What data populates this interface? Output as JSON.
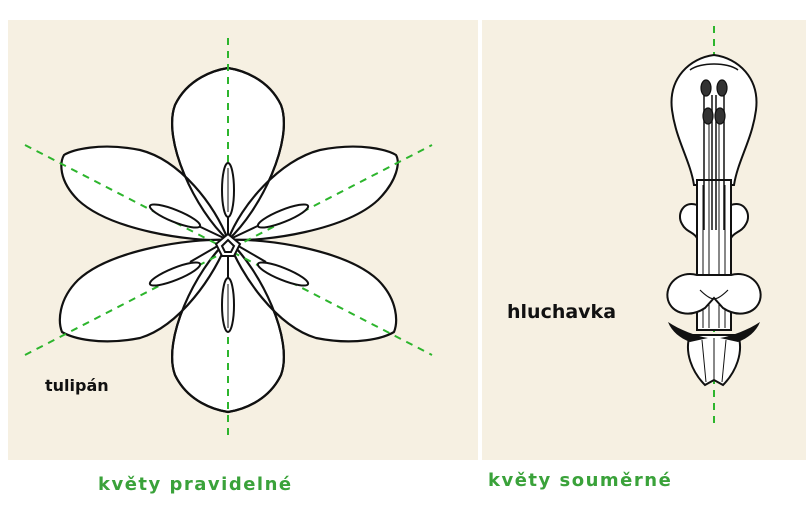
{
  "labels": {
    "left_flower": "tulipán",
    "right_flower": "hluchavka"
  },
  "captions": {
    "left": "květy pravidelné",
    "right": "květy souměrné"
  },
  "colors": {
    "symmetry_axis": "#2db52d",
    "caption": "#3aa23a",
    "outline": "#111111",
    "paper": "#f6f0e2"
  },
  "icons": {
    "tulip": "radial-symmetric-flower",
    "deadnettle": "bilateral-symmetric-flower"
  }
}
